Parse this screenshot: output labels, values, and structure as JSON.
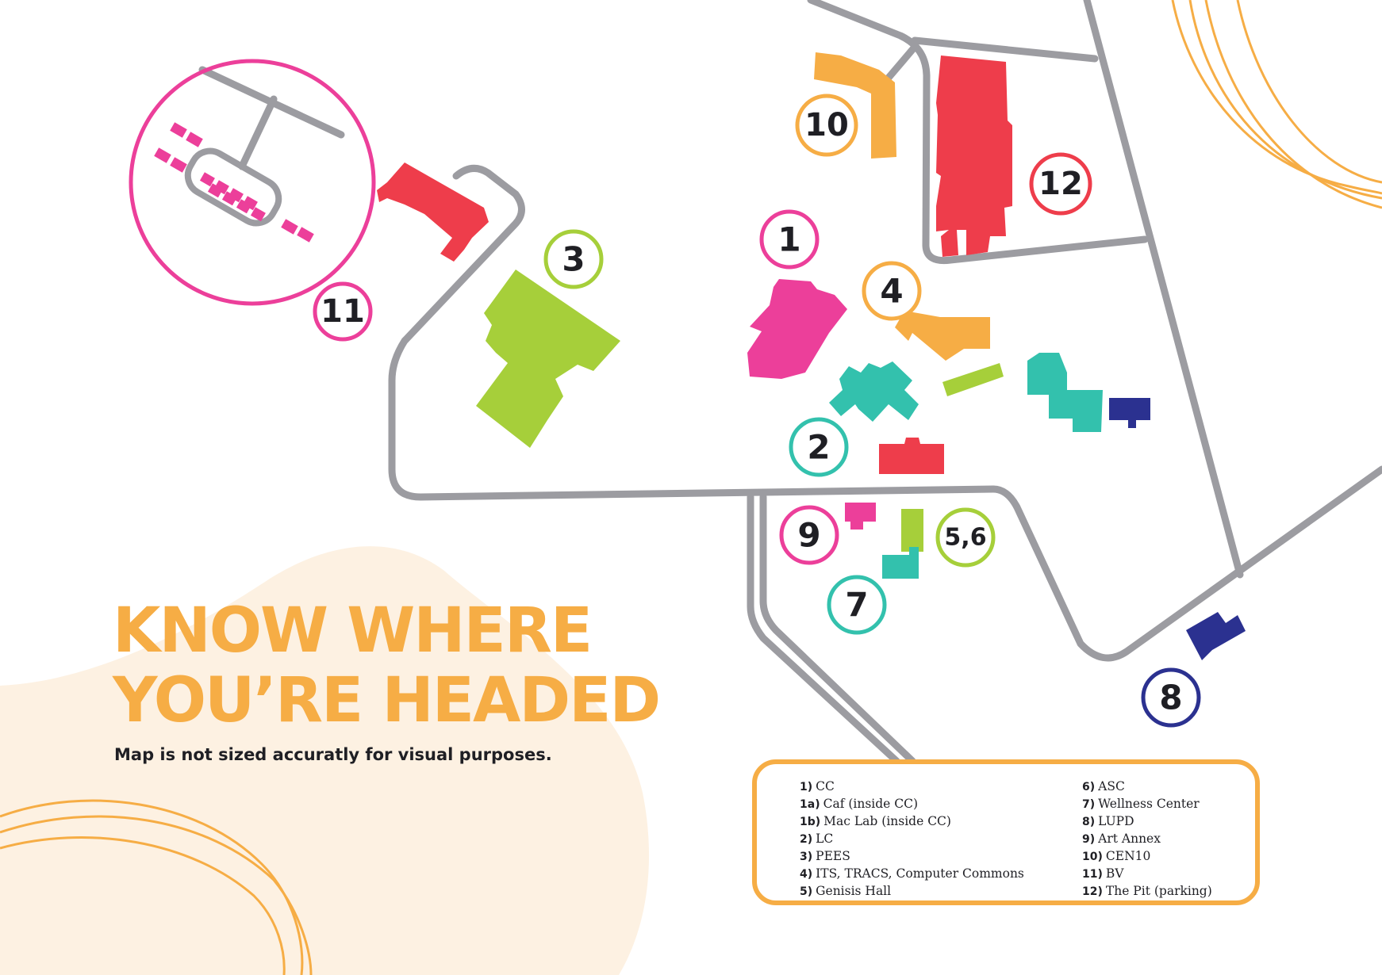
{
  "title_lines": [
    "KNOW WHERE",
    "YOU’RE HEADED"
  ],
  "disclaimer": "Map is not sized accuratly for visual purposes.",
  "colors": {
    "accent_orange": "#f6ad45",
    "magenta": "#ec3f9a",
    "red": "#ee3d4b",
    "lime": "#a6cf3a",
    "teal": "#33c1ad",
    "navy": "#2b3190",
    "road": "#9c9ca1",
    "blob": "#fdf1e2"
  },
  "markers": [
    {
      "label": "1",
      "color": "magenta"
    },
    {
      "label": "2",
      "color": "teal"
    },
    {
      "label": "3",
      "color": "lime"
    },
    {
      "label": "4",
      "color": "accent_orange"
    },
    {
      "label": "5,6",
      "color": "lime"
    },
    {
      "label": "7",
      "color": "teal"
    },
    {
      "label": "8",
      "color": "navy"
    },
    {
      "label": "9",
      "color": "magenta"
    },
    {
      "label": "10",
      "color": "accent_orange"
    },
    {
      "label": "11",
      "color": "magenta"
    },
    {
      "label": "12",
      "color": "red"
    }
  ],
  "legend": {
    "left": [
      {
        "key": "1)",
        "name": "CC"
      },
      {
        "key": "1a)",
        "name": "Caf (inside CC)"
      },
      {
        "key": "1b)",
        "name": "Mac Lab (inside CC)"
      },
      {
        "key": "2)",
        "name": "LC"
      },
      {
        "key": "3)",
        "name": "PEES"
      },
      {
        "key": "4)",
        "name": "ITS, TRACS, Computer Commons"
      },
      {
        "key": "5)",
        "name": "Genisis Hall"
      }
    ],
    "right": [
      {
        "key": "6)",
        "name": "ASC"
      },
      {
        "key": "7)",
        "name": "Wellness Center"
      },
      {
        "key": "8)",
        "name": "LUPD"
      },
      {
        "key": "9)",
        "name": "Art Annex"
      },
      {
        "key": "10)",
        "name": "CEN10"
      },
      {
        "key": "11)",
        "name": "BV"
      },
      {
        "key": "12)",
        "name": "The Pit (parking)"
      }
    ]
  }
}
